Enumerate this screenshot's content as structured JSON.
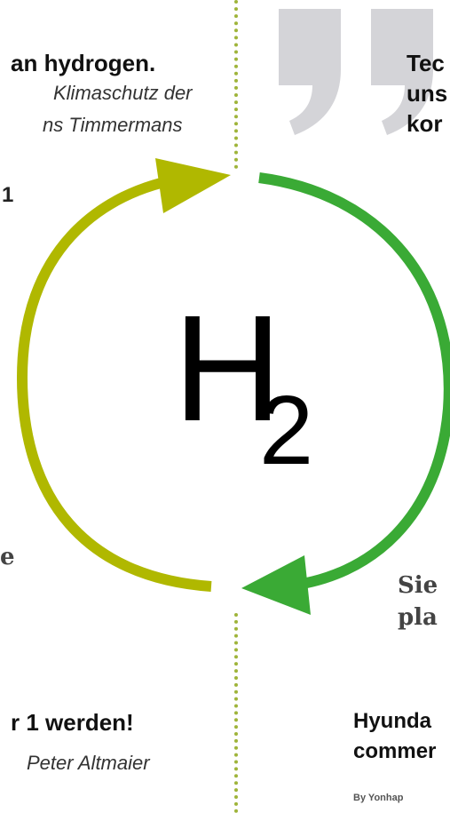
{
  "left_quote_top": {
    "headline": "an hydrogen.",
    "line1": "Klimaschutz der",
    "line2": "ns Timmermans",
    "fragment": "1"
  },
  "right_quote_top": {
    "line1": "Tec",
    "line2": "uns",
    "line3": "kor"
  },
  "center": {
    "symbol": "H",
    "subscript": "2"
  },
  "left_mid_fragment": "e",
  "right_mid_fragment": {
    "line1": "Sie",
    "line2": "pla"
  },
  "left_quote_bottom": {
    "headline": "r 1 werden!",
    "author": "Peter Altmaier"
  },
  "right_article_bottom": {
    "line1": "Hyunda",
    "line2": "commer",
    "byline": "By Yonhap"
  },
  "colors": {
    "arrow_left": "#b0b800",
    "arrow_right": "#3aaa35",
    "quote_mark": "#d4d4d8",
    "dotted_line": "#9fb43a"
  },
  "icons": {
    "quote_mark": "closing-quote-icon",
    "cycle": "cycle-arrows-icon"
  }
}
